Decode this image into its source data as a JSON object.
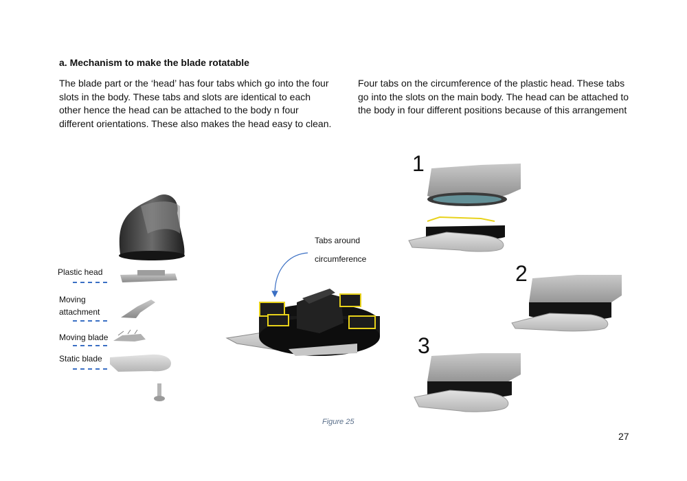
{
  "section_heading": "a. Mechanism to make the blade rotatable",
  "paragraph_left": "The blade part or the ‘head’ has four tabs which go into the four slots in the body. These tabs and slots are identical to each other hence the head can be attached to the body n four different orientations. These also makes the head easy to clean.",
  "paragraph_right": "Four tabs on the circumference of the plastic head. These tabs go into the slots on the main body. The head can be attached to the body in four different positions because of this arrangement",
  "exploded_labels": {
    "plastic_head": "Plastic head",
    "moving_attachment_1": "Moving",
    "moving_attachment_2": "attachment",
    "moving_blade": "Moving blade",
    "static_blade": "Static blade"
  },
  "callout": {
    "line1": "Tabs around",
    "line2": "circumference"
  },
  "steps": [
    "1",
    "2",
    "3"
  ],
  "figure_caption": "Figure 25",
  "page_number": "27",
  "colors": {
    "dash_blue": "#3a6fc4",
    "tab_yellow": "#e8d21a",
    "arrow_blue": "#3a6fc4"
  }
}
